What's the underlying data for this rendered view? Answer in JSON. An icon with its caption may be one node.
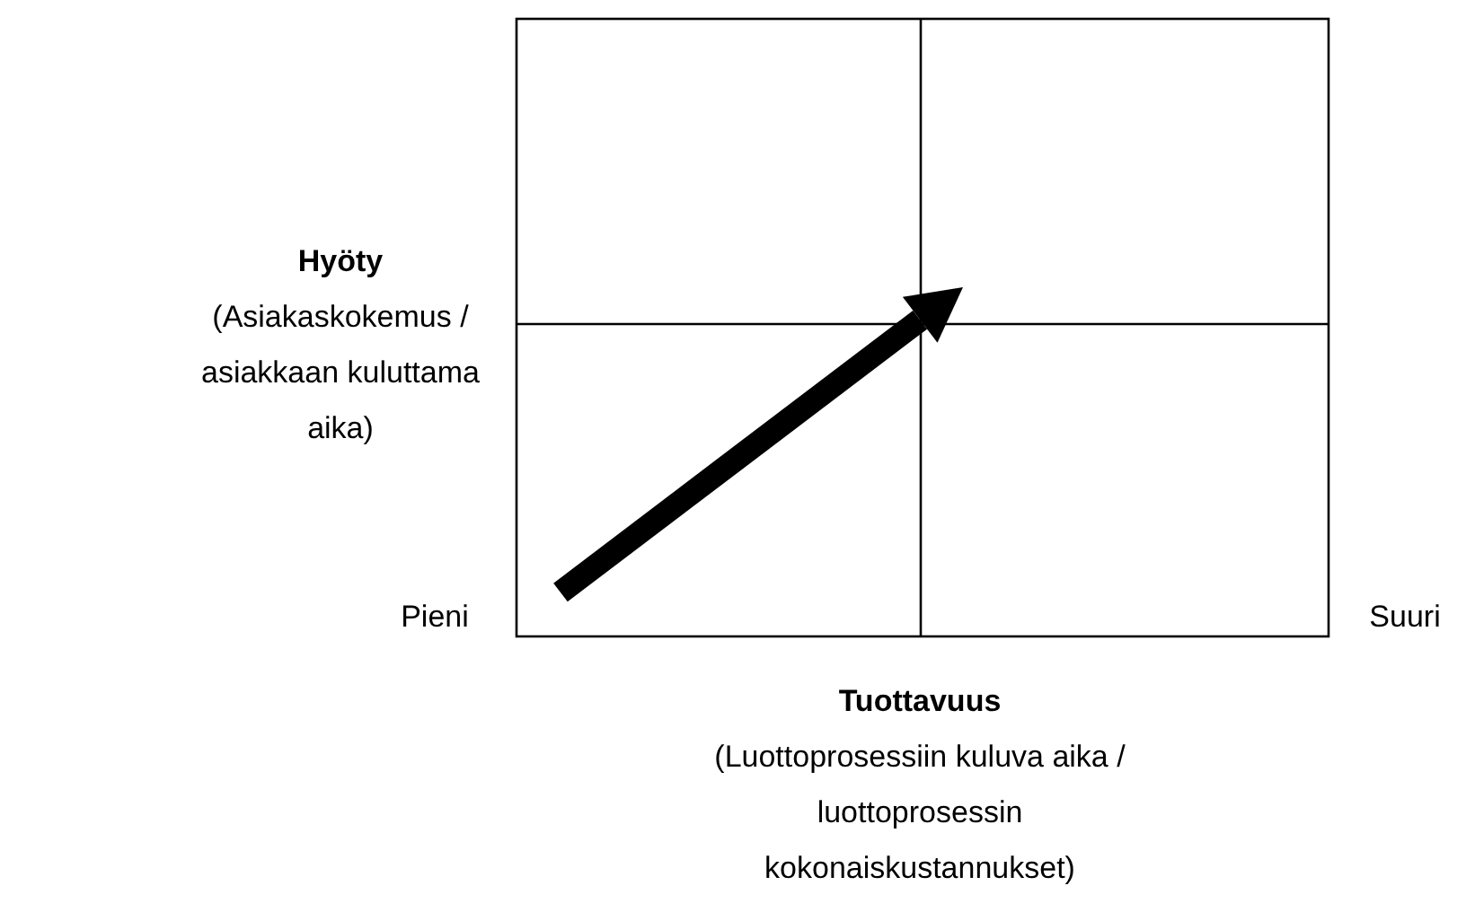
{
  "diagram": {
    "labels": [
      "Hyöty",
      "(Asiakaskokemus / asiakkaan kuluttama aika)",
      "Pieni",
      "Suuri",
      "Tuottavuus",
      "(Luottoprosessiin kuluva aika / luottoprosessin kokonaiskustannukset)"
    ]
  }
}
